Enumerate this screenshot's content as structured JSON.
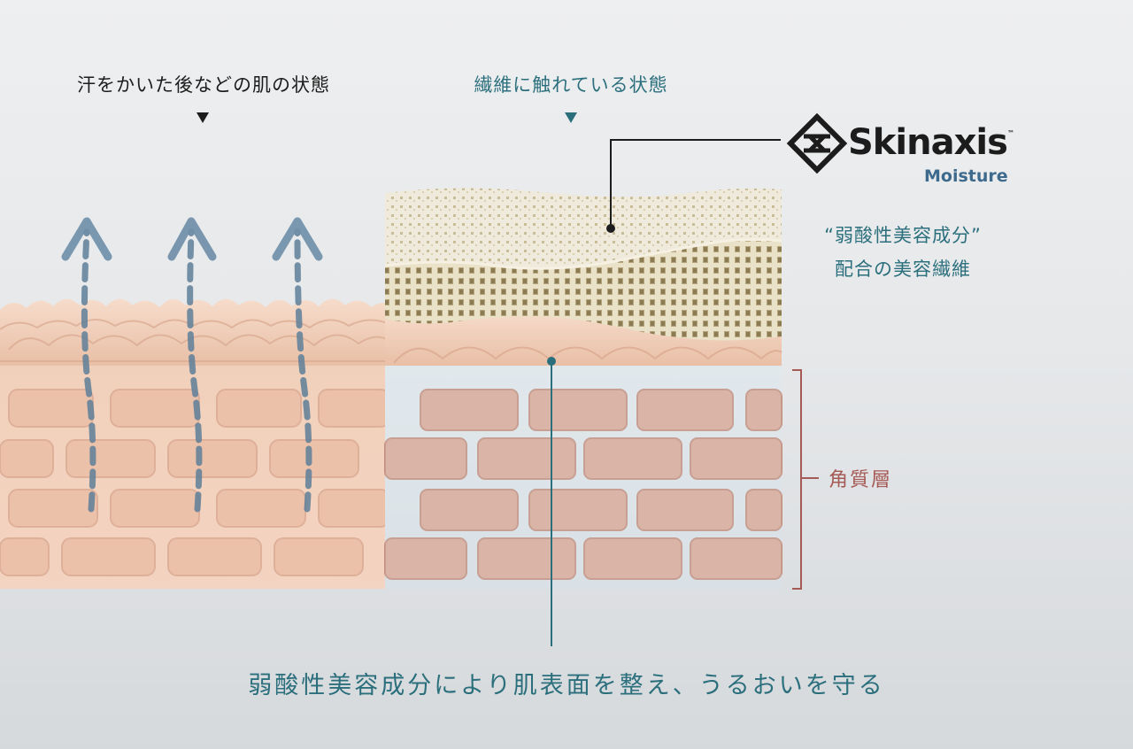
{
  "left_state_label": "汗をかいた後などの肌の状態",
  "right_state_label": "繊維に触れている状態",
  "brand": {
    "name": "Skinaxis",
    "trademark": "™",
    "subtitle": "Moisture",
    "logo_icon": "diamond-lattice-icon"
  },
  "ingredient_callout": {
    "line1": "“弱酸性美容成分”",
    "line2": "配合の美容繊維"
  },
  "stratum_label": "角質層",
  "bottom_caption": "弱酸性美容成分により肌表面を整え、うるおいを守る",
  "colors": {
    "teal_text": "#2b6f7d",
    "dark_text": "#1c1c1c",
    "brand_blue": "#3d6a8c",
    "stratum_red": "#a55a55",
    "skin_beige": "#f0cdb6",
    "fiber_cream": "#efeadb"
  }
}
